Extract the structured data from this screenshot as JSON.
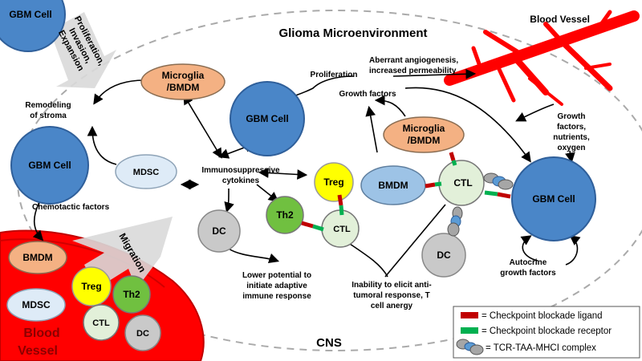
{
  "title": "Glioma Microenvironment",
  "cns_label": "CNS",
  "blood_vessel_top": "Blood Vessel",
  "blood_vessel_bottom": [
    "Blood",
    "Vessel"
  ],
  "cells": {
    "gbm_topleft": "GBM Cell",
    "gbm_left": "GBM Cell",
    "gbm_center": "GBM Cell",
    "gbm_right": "GBM Cell",
    "microglia_left": [
      "Microglia",
      "/BMDM"
    ],
    "microglia_right": [
      "Microglia",
      "/BMDM"
    ],
    "mdsc": "MDSC",
    "treg": "Treg",
    "th2": "Th2",
    "ctl_small": "CTL",
    "ctl_big": "CTL",
    "dc_center": "DC",
    "dc_right": "DC",
    "bmdm_right": "BMDM",
    "bv_bmdm": "BMDM",
    "bv_treg": "Treg",
    "bv_th2": "Th2",
    "bv_mdsc": "MDSC",
    "bv_ctl": "CTL",
    "bv_dc": "DC"
  },
  "arrows": {
    "proliferation_big": [
      "Proliferation,",
      "Invasion,",
      "Expansion"
    ],
    "migration": "Migration"
  },
  "labels": {
    "remodeling": [
      "Remodeling",
      "of stroma"
    ],
    "chemotactic": "Chemotactic factors",
    "immunosuppressive": [
      "Immunosuppressive",
      "cytokines"
    ],
    "proliferation": "Proliferation",
    "growth_factors": "Growth factors",
    "aberrant": [
      "Aberrant angiogenesis,",
      "increased permeability"
    ],
    "growth_nutrients": [
      "Growth",
      "factors,",
      "nutrients,",
      "oxygen"
    ],
    "lower_potential": [
      "Lower potential to",
      "initiate adaptive",
      "immune response"
    ],
    "inability": [
      "Inability to elicit anti-",
      "tumoral response, T",
      "cell anergy"
    ],
    "autocrine": [
      "Autocrine",
      "growth factors"
    ]
  },
  "legend": [
    {
      "text": "= Checkpoint blockade ligand",
      "color": "#c00000"
    },
    {
      "text": "= Checkpoint blockade receptor",
      "color": "#00b050"
    },
    {
      "text": "= TCR-TAA-MHCI complex",
      "icon": "tcr-complex-icon"
    }
  ],
  "colors": {
    "gbm": "#4a86c8",
    "microglia": "#f4b183",
    "mdsc": "#deebf7",
    "treg": "#ffff00",
    "th2": "#70c040",
    "ctl": "#e2f0d9",
    "dc": "#c9c9c9",
    "bmdm": "#9dc3e6",
    "vessel": "#ff0000",
    "ligand": "#c00000",
    "receptor": "#00b050"
  }
}
